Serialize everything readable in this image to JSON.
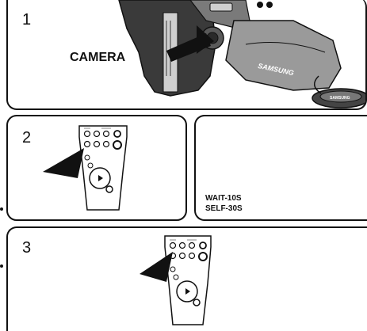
{
  "panels": {
    "p1": {
      "number": "1",
      "label": "CAMERA"
    },
    "p2": {
      "number": "2"
    },
    "p2b": {
      "line1": "WAIT-10S",
      "line2": "SELF-30S"
    },
    "p3": {
      "number": "3"
    }
  },
  "brand": {
    "strap_text": "SAMSUNG",
    "cap_text": "SAMSUNG"
  },
  "colors": {
    "ink": "#111111",
    "paper": "#ffffff",
    "shade": "#8a8a8a"
  },
  "icons": [
    "camcorder-illustration",
    "remote-control-illustration",
    "pointer-arrow-icon"
  ]
}
